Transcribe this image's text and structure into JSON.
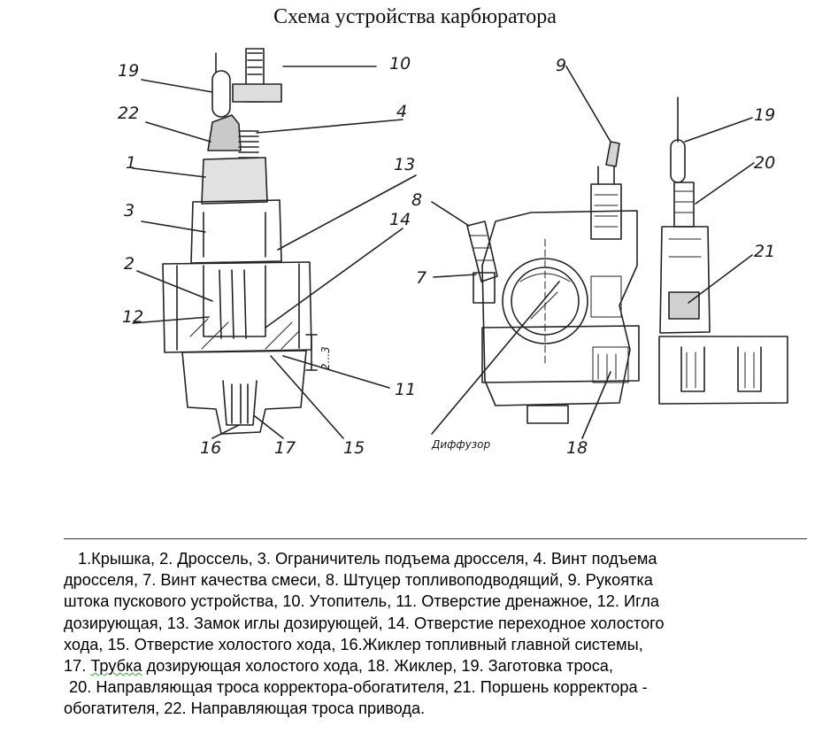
{
  "title": "Схема устройства карбюратора",
  "callouts": {
    "n19a": "19",
    "n10": "10",
    "n22": "22",
    "n4": "4",
    "n1": "1",
    "n13": "13",
    "n3": "3",
    "n14": "14",
    "n2": "2",
    "n12": "12",
    "n11": "11",
    "n16": "16",
    "n17": "17",
    "n15": "15",
    "n9": "9",
    "n8": "8",
    "n7": "7",
    "n18": "18",
    "n19b": "19",
    "n20": "20",
    "n21": "21"
  },
  "annotations": {
    "gap": "2...3",
    "diffuser": "Диффузор"
  },
  "legend": {
    "line1": "1.Крышка, 2. Дроссель, 3. Ограничитель подъема дросселя,  4. Винт подъема",
    "line2": "дросселя, 7. Винт качества смеси, 8. Штуцер топливоподводящий, 9. Рукоятка",
    "line3": "штока пускового устройства, 10. Утопитель, 11. Отверстие дренажное, 12. Игла",
    "line4": "дозирующая, 13. Замок иглы дозирующей, 14. Отверстие переходное холостого",
    "line5": "хода, 15. Отверстие холостого хода, 16.Жиклер топливный главной системы,",
    "line6a": "17. ",
    "line6b": "Трубка",
    "line6c": " дозирующая холостого хода, 18. Жиклер, 19. Заготовка троса,",
    "line7": "20. Направляющая троса корректора-обогатителя,  21. Поршень корректора -",
    "line8": "обогатителя, 22. Направляющая троса привода."
  }
}
